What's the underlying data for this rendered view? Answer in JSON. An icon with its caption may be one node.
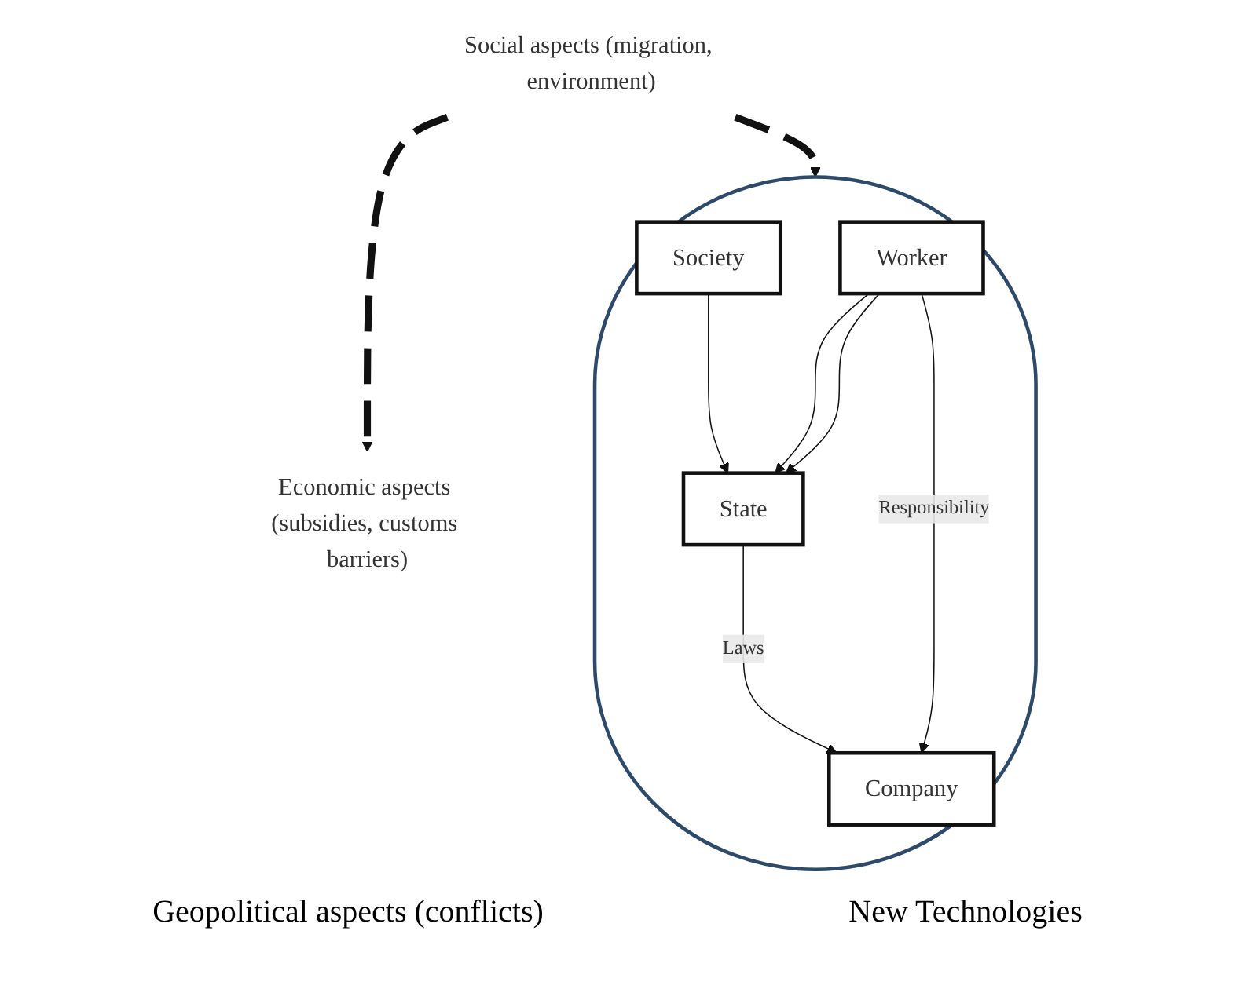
{
  "diagram": {
    "nodes": [
      {
        "text": [
          "Social aspects (migration, environment)"
        ]
      },
      {
        "text": [
          "Economic aspects (subsidies, customs barriers)"
        ]
      },
      {
        "text": [],
        "shape": "ellipse"
      },
      {
        "text": [
          "State"
        ],
        "in": 2
      },
      {
        "text": [
          "Society"
        ],
        "in": 2
      },
      {
        "text": [
          "Company"
        ],
        "in": 2
      },
      {
        "text": [
          "Worker"
        ],
        "in": 2
      }
    ],
    "edges": [
      {
        "from": 0,
        "to": 1,
        "arrow": "to",
        "style": "dashed"
      },
      {
        "from": 0,
        "to": 2,
        "arrow": "to",
        "style": "dashed"
      },
      {
        "from": 3,
        "to": 5,
        "arrow": "to",
        "label": "Laws"
      },
      {
        "from": 4,
        "to": 3,
        "arrow": "to"
      },
      {
        "from": 6,
        "to": 3,
        "arrow": "to"
      },
      {
        "from": 6,
        "to": 3,
        "arrow": "to"
      },
      {
        "from": 6,
        "to": 5,
        "arrow": "to",
        "label": "Responsibility"
      }
    ],
    "labels": [
      "Geopolitical aspects (conflicts)",
      "New Technologies"
    ]
  }
}
